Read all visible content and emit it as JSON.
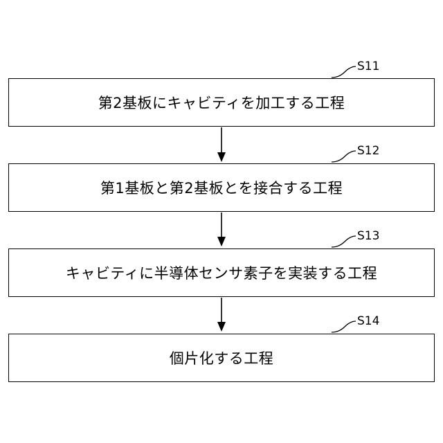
{
  "steps": [
    {
      "id": "S11",
      "text": "第2基板にキャビティを加工する工程"
    },
    {
      "id": "S12",
      "text": "第1基板と第2基板とを接合する工程"
    },
    {
      "id": "S13",
      "text": "キャビティに半導体センサ素子を実装する工程"
    },
    {
      "id": "S14",
      "text": "個片化する工程"
    }
  ]
}
